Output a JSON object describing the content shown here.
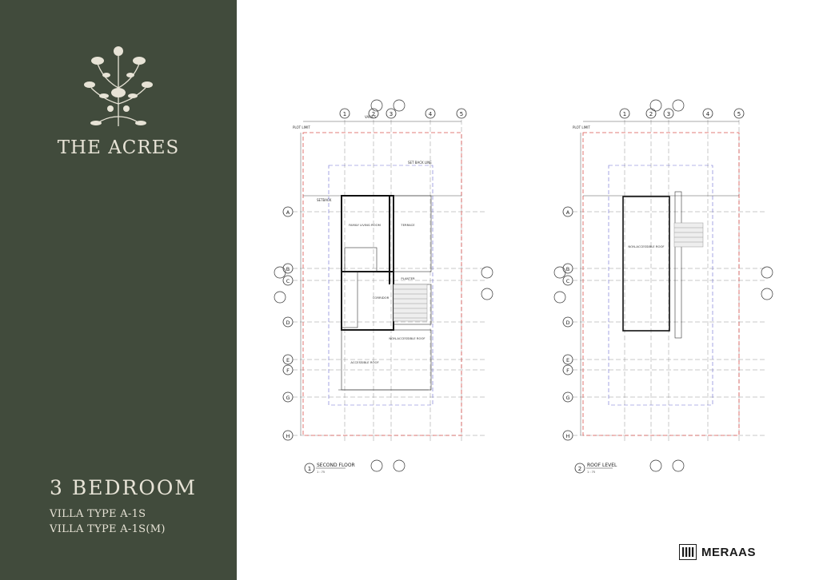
{
  "brand": {
    "title": "THE ACRES"
  },
  "unit": {
    "bedrooms": "3 BEDROOM",
    "villa_types": [
      "VILLA TYPE A-1S",
      "VILLA TYPE A-1S(M)"
    ]
  },
  "plans": [
    {
      "number": "1",
      "title": "SECOND FLOOR",
      "scale": "1 : 75",
      "rooms": [
        "FAMILY LIVING ROOM",
        "TERRACE",
        "PLANTER",
        "CORRIDOR",
        "NON-ACCESSIBLE ROOF",
        "ACCESSIBLE ROOF"
      ]
    },
    {
      "number": "2",
      "title": "ROOF LEVEL",
      "scale": "1 : 75",
      "rooms": [
        "NON-ACCESSIBLE ROOF"
      ]
    }
  ],
  "grid": {
    "columns": [
      "1",
      "2",
      "3",
      "4",
      "5"
    ],
    "rows": [
      "A",
      "B",
      "C",
      "D",
      "E",
      "F",
      "G",
      "H"
    ]
  },
  "labels": {
    "plot_limit": "PLOT LIMIT",
    "set_back_line": "SET BACK LINE",
    "setback": "SETBACK",
    "varies": "VARIES"
  },
  "logo": {
    "text": "MERAAS"
  },
  "colors": {
    "sidebar": "#414b3c",
    "sidebar_text": "#e7e3d6",
    "plot_limit": "#d9534f",
    "setback_line": "#6b6bd1"
  }
}
